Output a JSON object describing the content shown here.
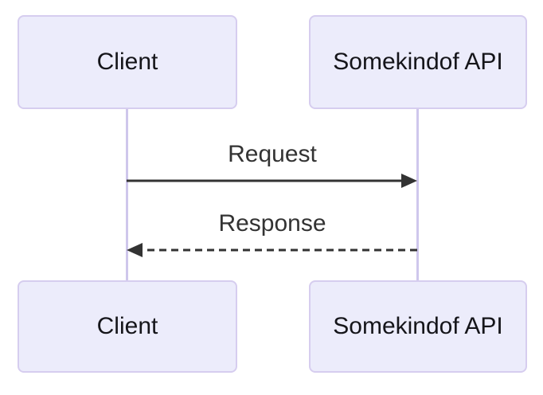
{
  "diagram_type": "sequence-diagram",
  "actors": {
    "client": "Client",
    "api": "Somekindof API"
  },
  "messages": {
    "request": "Request",
    "response": "Response"
  },
  "message_flow": [
    {
      "from": "Client",
      "to": "Somekindof API",
      "label": "Request",
      "line_style": "solid",
      "direction": "right"
    },
    {
      "from": "Somekindof API",
      "to": "Client",
      "label": "Response",
      "line_style": "dashed",
      "direction": "left"
    }
  ],
  "colors": {
    "background": "#ffffff",
    "actor_fill": "#ececfb",
    "actor_border": "#d6cdef",
    "lifeline": "#cfc7ec",
    "arrow": "#333333",
    "actor_text": "#15151a",
    "message_text": "#333333"
  }
}
